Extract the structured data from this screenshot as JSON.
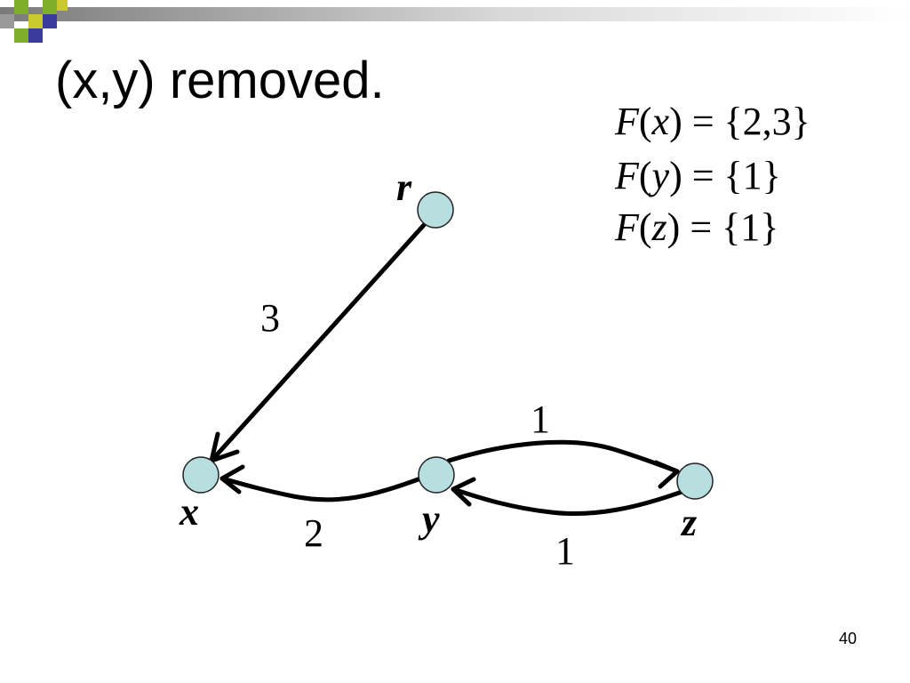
{
  "slide": {
    "title": "(x,y) removed.",
    "page_number": "40"
  },
  "f_sets": [
    {
      "fn": "F",
      "var": "x",
      "rest": " = {2,3}"
    },
    {
      "fn": "F",
      "var": "y",
      "rest": " = {1}"
    },
    {
      "fn": "F",
      "var": "z",
      "rest": " = {1}"
    }
  ],
  "graph": {
    "node_fill": "#b8dfe0",
    "nodes": [
      {
        "id": "r",
        "label": "r"
      },
      {
        "id": "x",
        "label": "x"
      },
      {
        "id": "y",
        "label": "y"
      },
      {
        "id": "z",
        "label": "z"
      }
    ],
    "edges": [
      {
        "from": "r",
        "to": "x",
        "weight": "3"
      },
      {
        "from": "y",
        "to": "x",
        "weight": "2"
      },
      {
        "from": "y",
        "to": "z",
        "weight": "1"
      },
      {
        "from": "z",
        "to": "y",
        "weight": "1"
      }
    ]
  },
  "decor": {
    "bar_colors": [
      "#7fae2a",
      "#3a3a9a",
      "#c9c92e",
      "#9a9a9a"
    ]
  }
}
